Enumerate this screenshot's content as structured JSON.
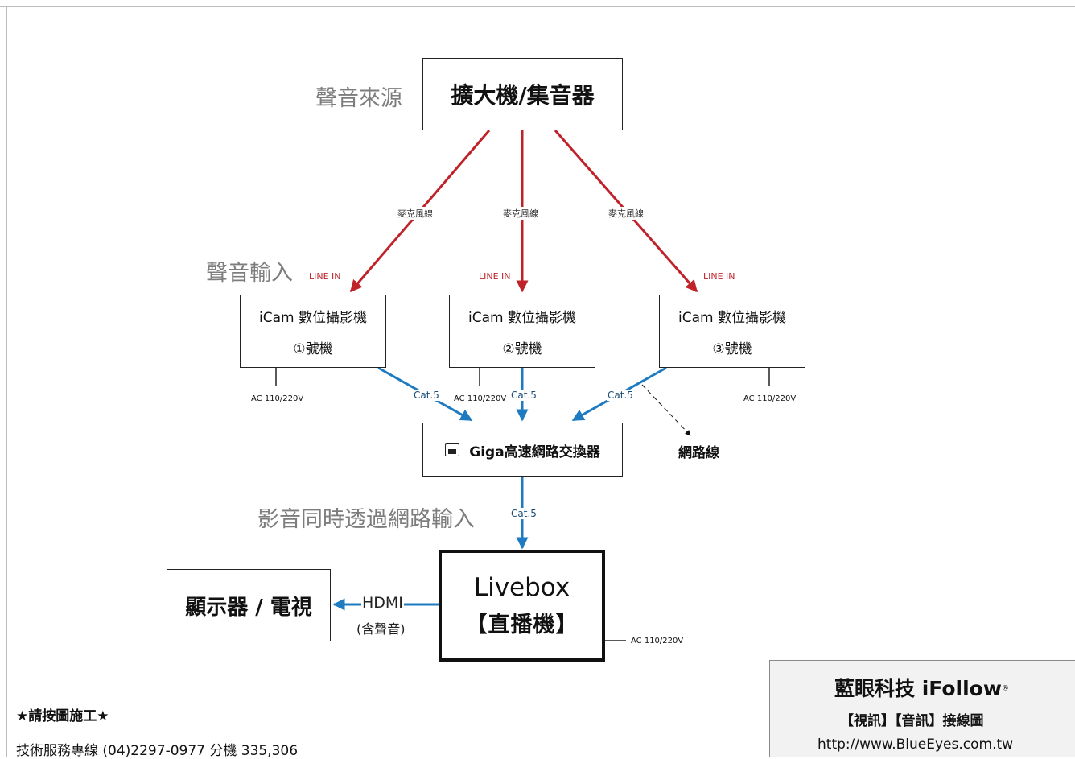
{
  "labels": {
    "audio_source": "聲音來源",
    "audio_input": "聲音輸入",
    "av_over_network": "影音同時透過網路輸入"
  },
  "amplifier": {
    "title": "擴大機/集音器"
  },
  "mic_cable": "麥克風線",
  "line_in": "LINE IN",
  "cameras": [
    {
      "name": "iCam 數位攝影機",
      "unit": "①號機",
      "power": "AC 110/220V"
    },
    {
      "name": "iCam 數位攝影機",
      "unit": "②號機",
      "power": "AC 110/220V"
    },
    {
      "name": "iCam 數位攝影機",
      "unit": "③號機",
      "power": "AC 110/220V"
    }
  ],
  "cable_cat5": "Cat.5",
  "switch": {
    "title": "Giga高速網路交換器"
  },
  "network_cable": "網路線",
  "livebox": {
    "name": "Livebox",
    "subtitle": "【直播機】",
    "power": "AC 110/220V"
  },
  "display": {
    "title": "顯示器 / 電視"
  },
  "hdmi": {
    "label": "HDMI",
    "note": "(含聲音)"
  },
  "notes": {
    "follow_diagram": "★請按圖施工★",
    "support": "技術服務專線 (04)2297-0977 分機 335,306"
  },
  "brand": {
    "name": "藍眼科技 iFollow",
    "registered": "®",
    "subtitle": "【視訊】【音訊】接線圖",
    "url": "http://www.BlueEyes.com.tw"
  },
  "colors": {
    "audio_line": "#c0222a",
    "network_line": "#1f7bc1",
    "label_gray": "#7d7d7d",
    "brand_bg": "#f2f2f2"
  }
}
